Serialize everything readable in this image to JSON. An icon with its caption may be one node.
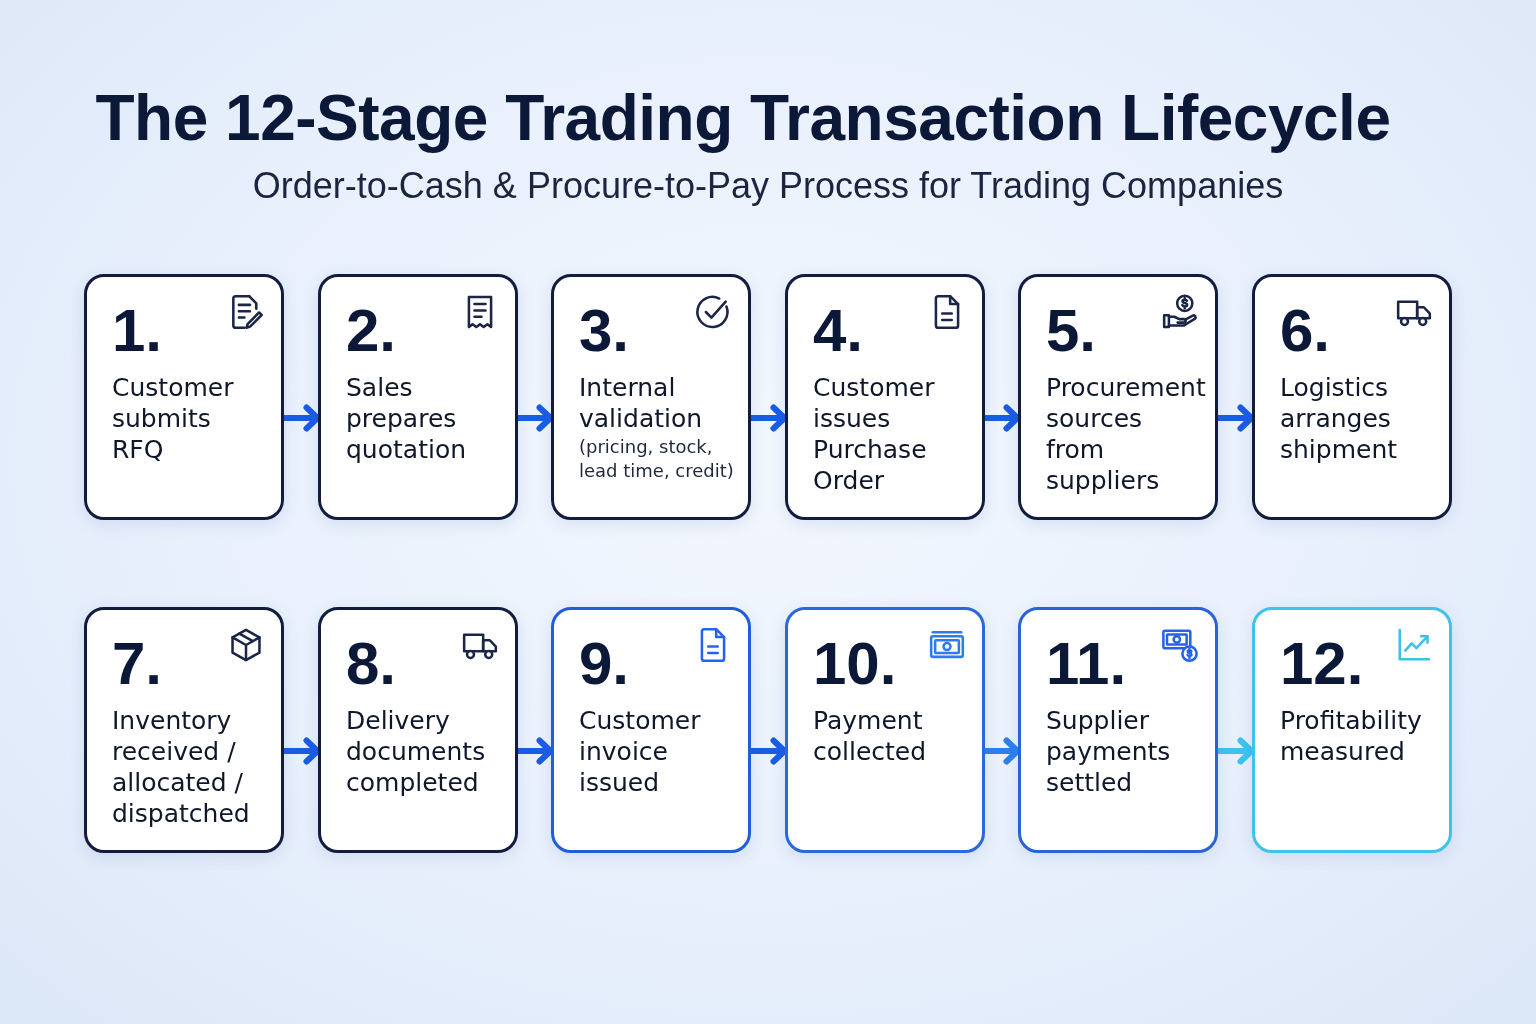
{
  "diagram": {
    "title": "The 12-Stage Trading Transaction Lifecycle",
    "nodes": [
      {
        "text": [
          "1.",
          "Customer submits RFQ"
        ]
      },
      {
        "text": [
          "2.",
          "Sales prepares quotation"
        ]
      },
      {
        "text": [
          "3.",
          "Internal validation",
          "(pricing, stock, lead time, credit)"
        ]
      },
      {
        "text": [
          "4.",
          "Customer issues Purchase Order"
        ]
      },
      {
        "text": [
          "5.",
          "Procurement sources from suppliers"
        ]
      },
      {
        "text": [
          "6.",
          "Logistics arranges shipment"
        ]
      },
      {
        "text": [
          "7.",
          "Inventory received / allocated / dispatched"
        ]
      },
      {
        "text": [
          "8.",
          "Delivery documents completed"
        ]
      },
      {
        "text": [
          "9.",
          "Customer invoice issued"
        ]
      },
      {
        "text": [
          "10.",
          "Payment collected"
        ]
      },
      {
        "text": [
          "11.",
          "Supplier payments settled"
        ]
      },
      {
        "text": [
          "12.",
          "Profitability measured"
        ]
      }
    ],
    "edges": [
      {
        "from": 0,
        "to": 1,
        "arrow": "to"
      },
      {
        "from": 1,
        "to": 2,
        "arrow": "to"
      },
      {
        "from": 2,
        "to": 3,
        "arrow": "to"
      },
      {
        "from": 3,
        "to": 4,
        "arrow": "to"
      },
      {
        "from": 4,
        "to": 5,
        "arrow": "to"
      },
      {
        "from": 6,
        "to": 7,
        "arrow": "to"
      },
      {
        "from": 7,
        "to": 8,
        "arrow": "to"
      },
      {
        "from": 8,
        "to": 9,
        "arrow": "to"
      },
      {
        "from": 9,
        "to": 10,
        "arrow": "to",
        "color": "#2d7ff0"
      },
      {
        "from": 10,
        "to": 11,
        "arrow": "to",
        "color": "#3ec3f0"
      }
    ],
    "labels": [
      "Order-to-Cash & Procure-to-Pay Process for Trading Companies"
    ]
  }
}
